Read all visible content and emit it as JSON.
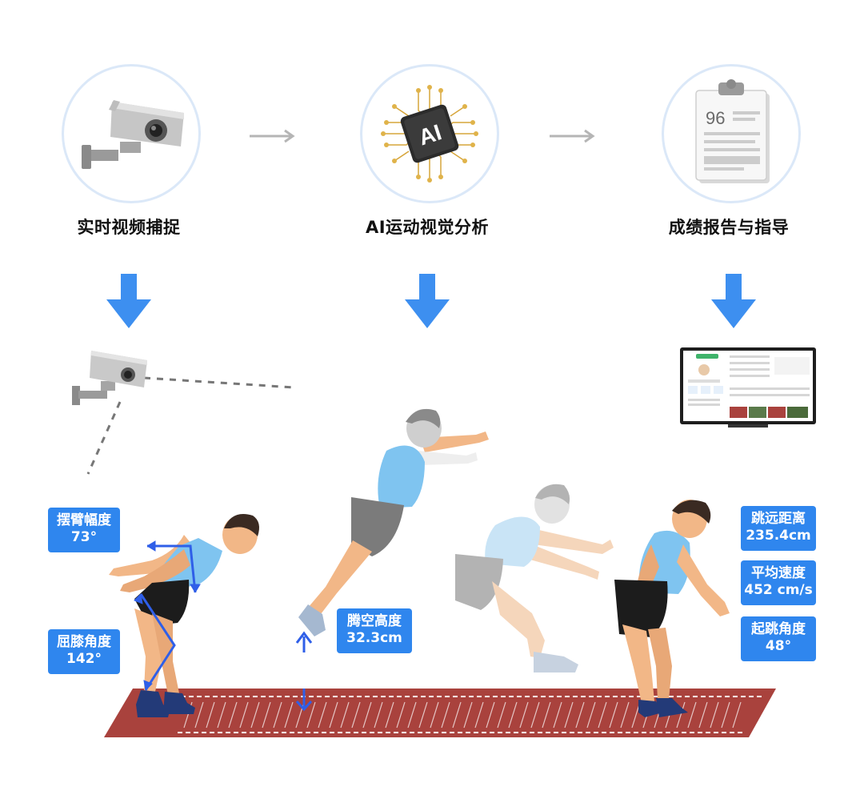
{
  "steps": [
    {
      "label": "实时视频捕捉",
      "icon": "security-camera-icon"
    },
    {
      "label": "AI运动视觉分析",
      "icon": "ai-chip-icon",
      "chip_text": "AI"
    },
    {
      "label": "成绩报告与指导",
      "icon": "clipboard-report-icon",
      "score": "96"
    }
  ],
  "metrics": {
    "arm_swing": {
      "label": "摆臂幅度",
      "value": "73°"
    },
    "knee_bend": {
      "label": "屈膝角度",
      "value": "142°"
    },
    "air_height": {
      "label": "腾空高度",
      "value": "32.3cm"
    },
    "jump_distance": {
      "label": "跳远距离",
      "value": "235.4cm"
    },
    "avg_speed": {
      "label": "平均速度",
      "value": "452 cm/s"
    },
    "takeoff_angle": {
      "label": "起跳角度",
      "value": "48°"
    }
  },
  "colors": {
    "accent_blue": "#2f86ee",
    "down_arrow": "#3d8ff0",
    "circle_border": "#dbe8f8",
    "track_red": "#a9423d",
    "shirt_blue": "#7fc4f0",
    "skin": "#f2b787",
    "hair": "#3a2a22"
  }
}
